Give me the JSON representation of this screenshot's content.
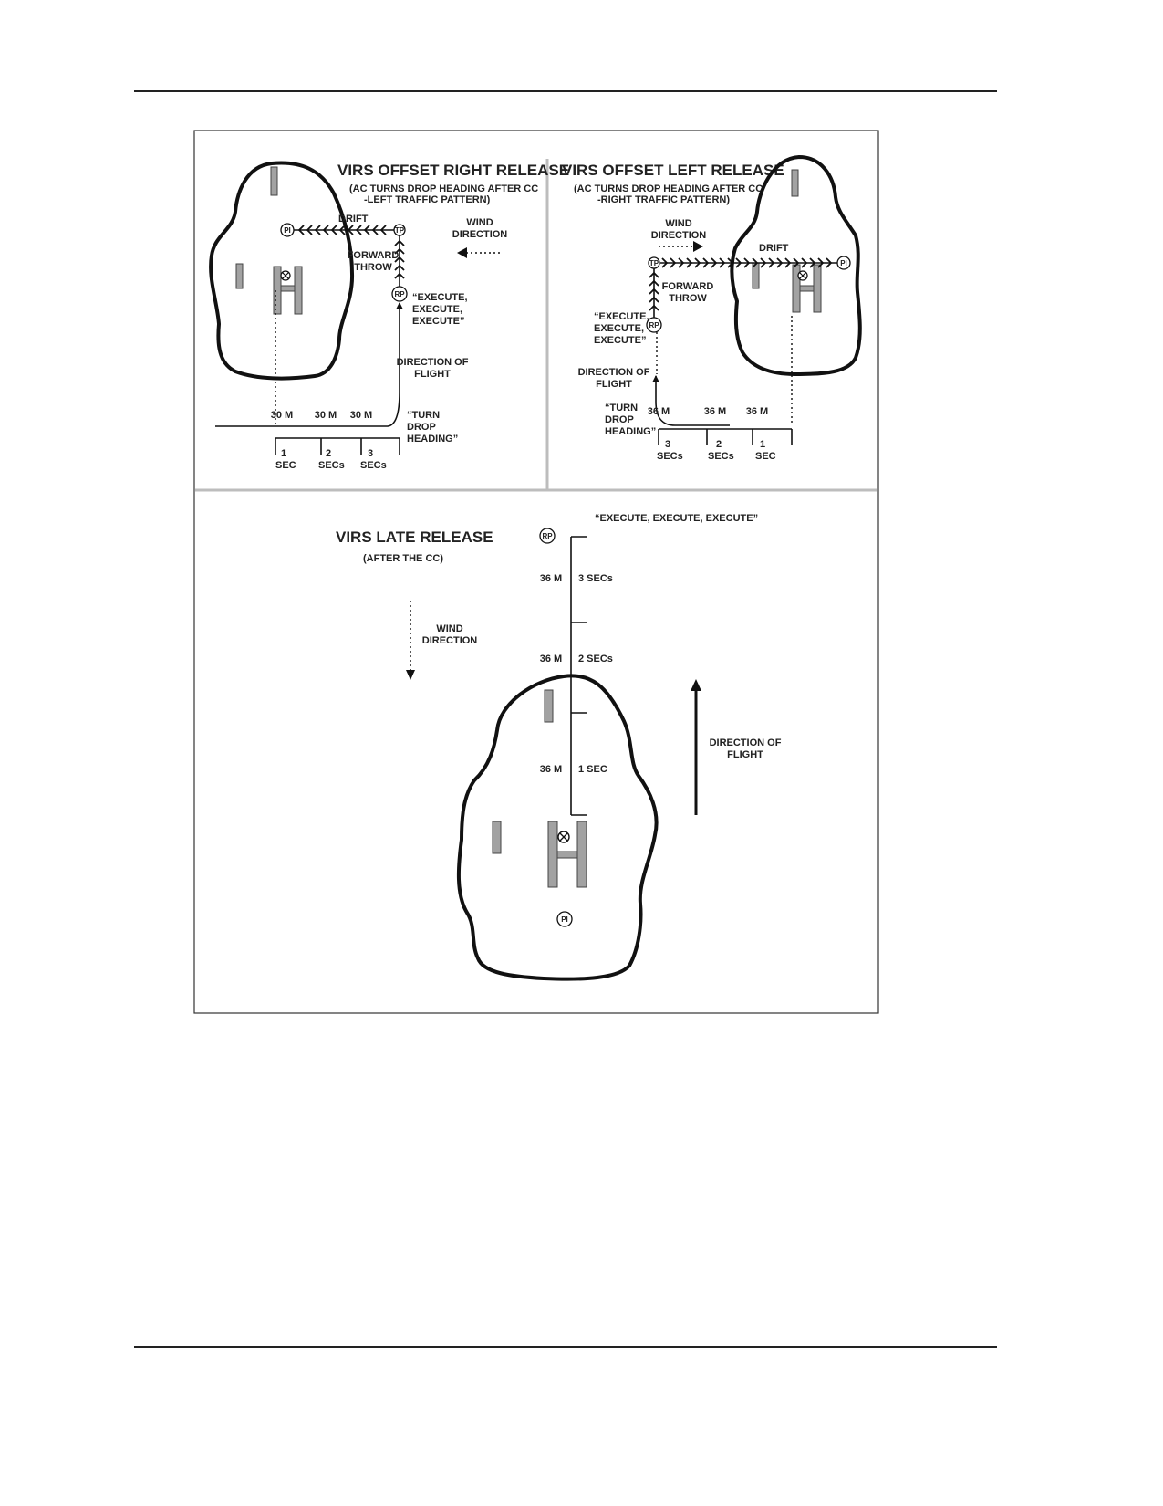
{
  "panels": {
    "offset_right": {
      "title": "VIRS OFFSET RIGHT RELEASE",
      "subtitle_1": "(AC TURNS DROP HEADING AFTER CC",
      "subtitle_2": "-LEFT TRAFFIC PATTERN)",
      "drift": "DRIFT",
      "wind_1": "WIND",
      "wind_2": "DIRECTION",
      "forward_1": "FORWARD",
      "forward_2": "THROW",
      "execute_1": "“EXECUTE,",
      "execute_2": "EXECUTE,",
      "execute_3": "EXECUTE”",
      "dir_1": "DIRECTION OF",
      "dir_2": "FLIGHT",
      "turn_1": "“TURN",
      "turn_2": "DROP",
      "turn_3": "HEADING”",
      "dist_1": "30 M",
      "dist_2": "30 M",
      "dist_3": "30 M",
      "t1_a": "1",
      "t1_b": "SEC",
      "t2_a": "2",
      "t2_b": "SECs",
      "t3_a": "3",
      "t3_b": "SECs",
      "pi": "PI",
      "tp": "TP",
      "rp": "RP"
    },
    "offset_left": {
      "title": "VIRS OFFSET LEFT RELEASE",
      "subtitle_1": "(AC TURNS DROP HEADING AFTER CC",
      "subtitle_2": "-RIGHT TRAFFIC PATTERN)",
      "wind_1": "WIND",
      "wind_2": "DIRECTION",
      "drift": "DRIFT",
      "forward_1": "FORWARD",
      "forward_2": "THROW",
      "execute_1": "“EXECUTE,",
      "execute_2": "EXECUTE,",
      "execute_3": "EXECUTE”",
      "dir_1": "DIRECTION OF",
      "dir_2": "FLIGHT",
      "turn_1": "“TURN",
      "turn_2": "DROP",
      "turn_3": "HEADING”",
      "dist_1": "36 M",
      "dist_2": "36 M",
      "dist_3": "36 M",
      "t3_a": "3",
      "t3_b": "SECs",
      "t2_a": "2",
      "t2_b": "SECs",
      "t1_a": "1",
      "t1_b": "SEC",
      "pi": "PI",
      "tp": "TP",
      "rp": "RP"
    },
    "late": {
      "title": "VIRS LATE RELEASE",
      "subtitle": "(AFTER THE CC)",
      "execute": "“EXECUTE, EXECUTE, EXECUTE”",
      "wind_1": "WIND",
      "wind_2": "DIRECTION",
      "dir_1": "DIRECTION OF",
      "dir_2": "FLIGHT",
      "d3": "36 M",
      "s3": "3 SECs",
      "d2": "36 M",
      "s2": "2 SECs",
      "d1": "36 M",
      "s1": "1 SEC",
      "pi": "PI",
      "rp": "RP"
    }
  }
}
